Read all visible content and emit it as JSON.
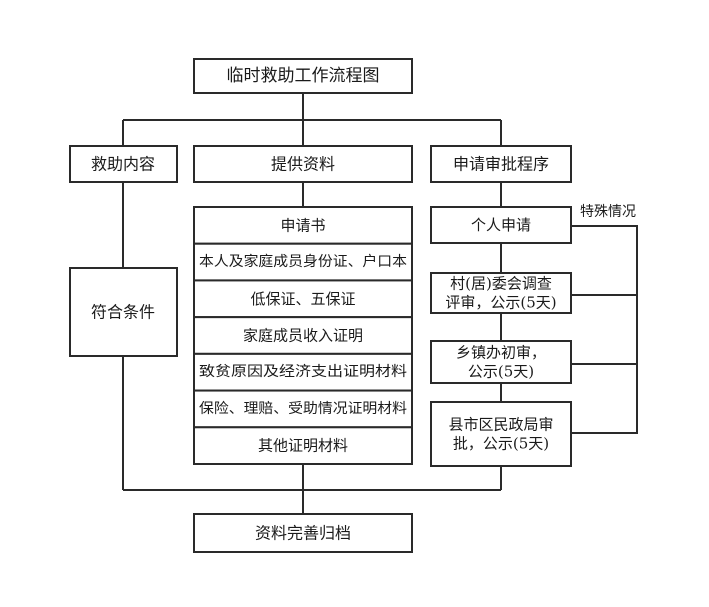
{
  "diagram": {
    "title": "临时救助工作流程图",
    "columns": {
      "content": {
        "header": "救助内容",
        "condition": "符合条件"
      },
      "materials": {
        "header": "提供资料",
        "items": [
          "申请书",
          "本人及家庭成员身份证、户口本",
          "低保证、五保证",
          "家庭成员收入证明",
          "致贫原因及经济支出证明材料",
          "保险、理赔、受助情况证明材料",
          "其他证明材料"
        ]
      },
      "procedure": {
        "header": "申请审批程序",
        "steps": [
          {
            "lines": [
              "个人申请"
            ]
          },
          {
            "lines": [
              "村(居)委会调查",
              "评审，公示(5天)"
            ]
          },
          {
            "lines": [
              "乡镇办初审，",
              "公示(5天)"
            ]
          },
          {
            "lines": [
              "县市区民政局审",
              "批，公示(5天)"
            ]
          }
        ],
        "special_label": "特殊情况"
      }
    },
    "final": "资料完善归档"
  }
}
